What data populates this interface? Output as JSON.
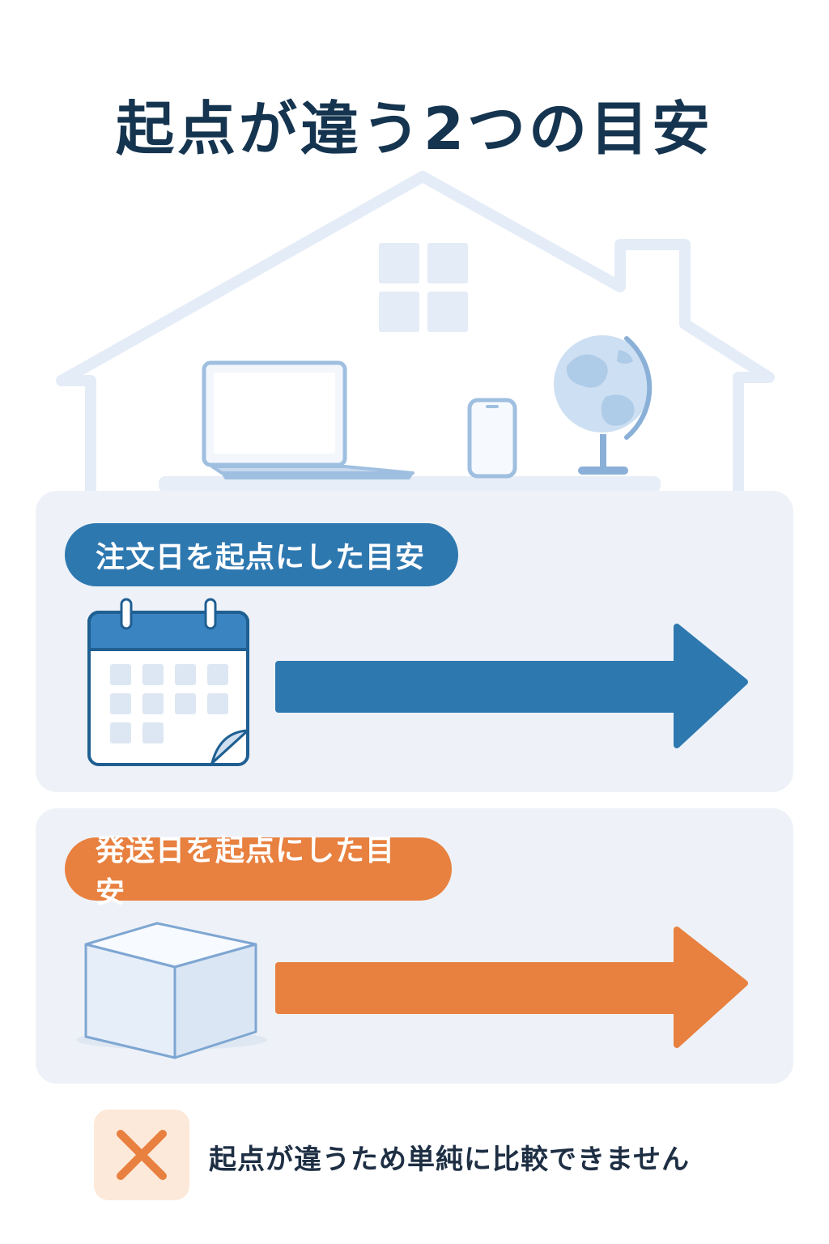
{
  "title": "起点が違う2つの目安",
  "sections": {
    "order": {
      "label": "注文日を起点にした目安",
      "color": "#2e78b0"
    },
    "ship": {
      "label": "発送日を起点にした目安",
      "color": "#e8803f"
    }
  },
  "note": {
    "text": "起点が違うため単純に比較できません",
    "icon": "x-mark-icon"
  },
  "colors": {
    "title": "#15344f",
    "panel": "#eef2f8",
    "house_outline": "#e3ebf6"
  }
}
